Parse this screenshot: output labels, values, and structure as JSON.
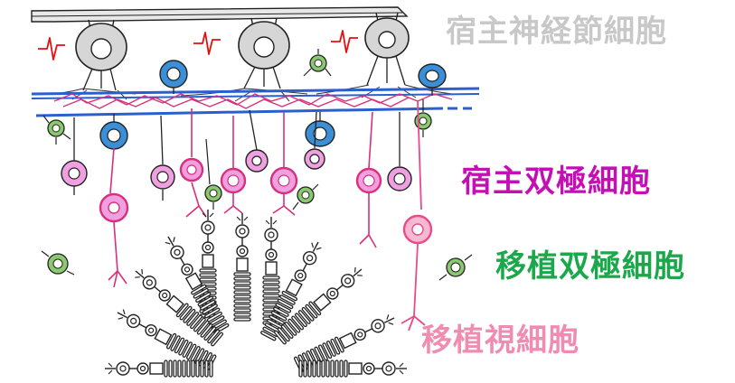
{
  "labels": {
    "host_ganglion": "宿主神経節細胞",
    "host_bipolar": "宿主双極細胞",
    "graft_bipolar": "移植双極細胞",
    "graft_photoreceptor": "移植視細胞"
  },
  "colors": {
    "host_ganglion_label": "#c8c8c8",
    "host_bipolar_label": "#c40fb4",
    "graft_bipolar_label": "#1aa84a",
    "graft_photoreceptor_label": "#f08cb0",
    "ganglion_fill": "#d6d6d6",
    "action_potential": "#e01010",
    "amacrine_blue": "#3a8fd6",
    "host_bipolar_pink": "#f0a0e0",
    "host_bipolar_magenta": "#d8307a",
    "graft_bipolar_green": "#8cc870",
    "graft_photoreceptor_pink": "#e84a8a",
    "plexiform_layer_blue": "#2a5fd0"
  }
}
